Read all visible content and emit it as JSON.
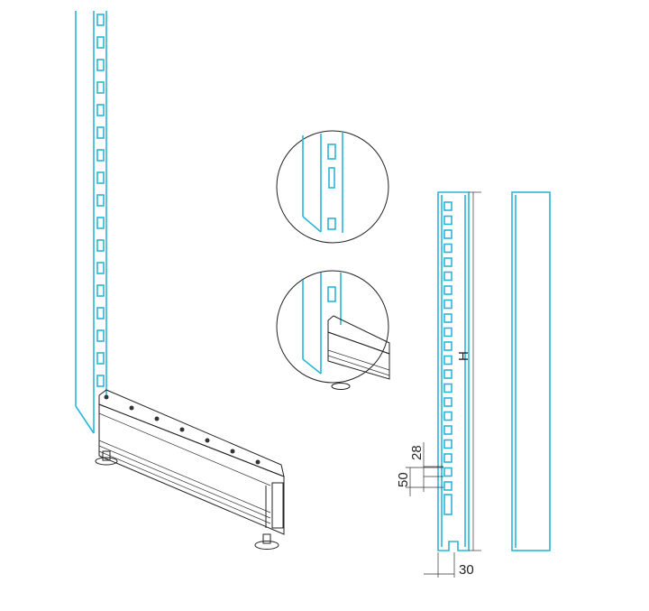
{
  "labels": {
    "height": "H",
    "slot_pitch": "28",
    "slot_offset": "50",
    "width": "30"
  },
  "colors": {
    "upright": "#29b6d8",
    "line": "#222222"
  }
}
